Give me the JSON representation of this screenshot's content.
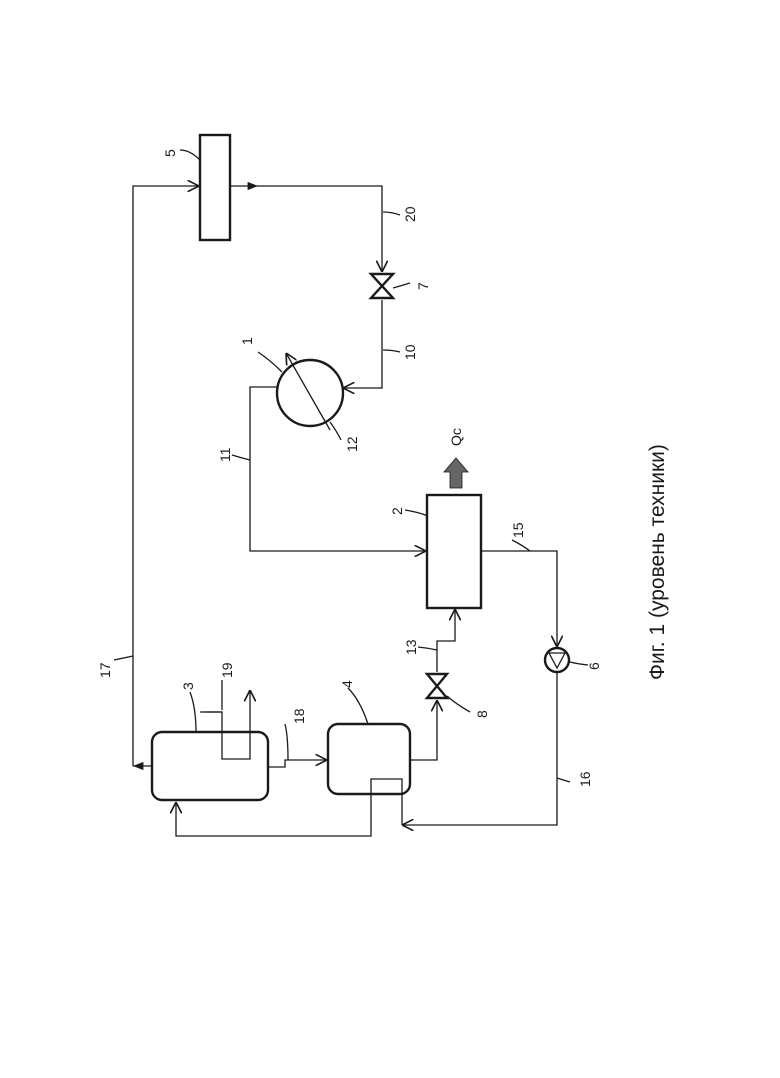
{
  "figure": {
    "caption": "Фиг. 1 (уровень техники)"
  },
  "components": {
    "1": "1",
    "2": "2",
    "3": "3",
    "4": "4",
    "5": "5",
    "6": "6",
    "7": "7",
    "8": "8",
    "12": "12"
  },
  "lines": {
    "10": "10",
    "11": "11",
    "13": "13",
    "15": "15",
    "16": "16",
    "17": "17",
    "18": "18",
    "19": "19",
    "20": "20"
  },
  "heat_output": {
    "label": "Qc",
    "color": "#666666"
  },
  "colors": {
    "ink": "#1a1a1a",
    "paper": "#ffffff"
  }
}
